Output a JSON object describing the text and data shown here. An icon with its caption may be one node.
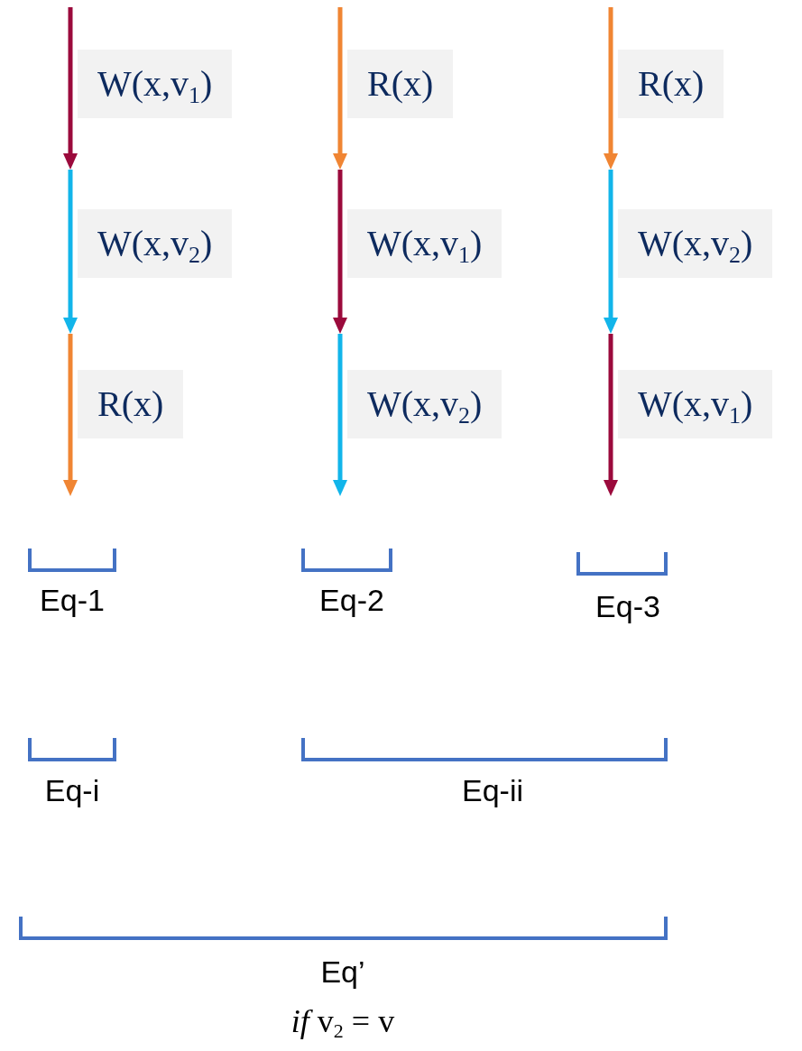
{
  "diagram": {
    "nodes": [
      {
        "text": [
          "W(x,v$_{1}$)"
        ]
      },
      {
        "text": [
          "R(x)"
        ]
      },
      {
        "text": [
          "R(x)"
        ]
      },
      {
        "text": [
          "W(x,v$_{2}$)"
        ]
      },
      {
        "text": [
          "W(x,v$_{1}$)"
        ]
      },
      {
        "text": [
          "W(x,v$_{2}$)"
        ]
      },
      {
        "text": [
          "R(x)"
        ]
      },
      {
        "text": [
          "W(x,v$_{2}$)"
        ]
      },
      {
        "text": [
          "W(x,v$_{1}$)"
        ]
      }
    ],
    "labels": [
      "Eq-1",
      "Eq-2",
      "Eq-3",
      "Eq-i",
      "Eq-ii",
      "Eq’",
      "*if* v$_{2}$ = v"
    ]
  }
}
